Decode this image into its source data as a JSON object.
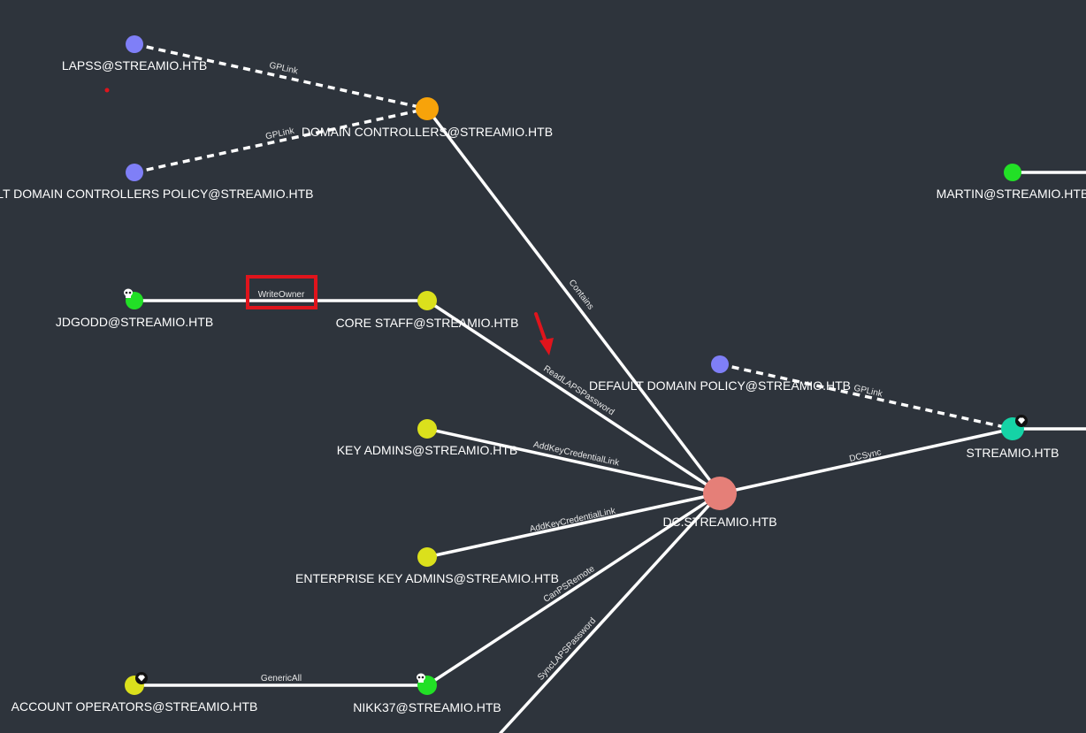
{
  "colors": {
    "background": "#2e343c",
    "gpo": "#7f7ff7",
    "ou": "#f7a30a",
    "group": "#dbe01c",
    "user": "#22e026",
    "computer": "#e57f78",
    "domain": "#15d3a6",
    "highlight": "#e0141c"
  },
  "nodes": {
    "lapss": {
      "label": "LAPSS@STREAMIO.HTB",
      "type": "gpo"
    },
    "dc_ou": {
      "label": "DOMAIN CONTROLLERS@STREAMIO.HTB",
      "type": "ou"
    },
    "dc_policy": {
      "label": "DEFAULT DOMAIN CONTROLLERS POLICY@STREAMIO.HTB",
      "type": "gpo"
    },
    "martin": {
      "label": "MARTIN@STREAMIO.HTB",
      "type": "user"
    },
    "jdgodd": {
      "label": "JDGODD@STREAMIO.HTB",
      "type": "user",
      "owned_icon": "skull-icon"
    },
    "core_staff": {
      "label": "CORE STAFF@STREAMIO.HTB",
      "type": "group"
    },
    "default_policy": {
      "label": "DEFAULT DOMAIN POLICY@STREAMIO.HTB",
      "type": "gpo"
    },
    "key_admins": {
      "label": "KEY ADMINS@STREAMIO.HTB",
      "type": "group"
    },
    "dc": {
      "label": "DC.STREAMIO.HTB",
      "type": "computer"
    },
    "streamio": {
      "label": "STREAMIO.HTB",
      "type": "domain",
      "badge_icon": "diamond-icon"
    },
    "ent_key_admins": {
      "label": "ENTERPRISE KEY ADMINS@STREAMIO.HTB",
      "type": "group"
    },
    "account_ops": {
      "label": "ACCOUNT OPERATORS@STREAMIO.HTB",
      "type": "group",
      "badge_icon": "diamond-icon"
    },
    "nikk37": {
      "label": "NIKK37@STREAMIO.HTB",
      "type": "user",
      "owned_icon": "skull-icon"
    }
  },
  "edges": [
    {
      "id": "lapss_gplink",
      "from": "lapss",
      "to": "dc_ou",
      "label": "GPLink",
      "dashed": true
    },
    {
      "id": "dcpolicy_gplink",
      "from": "dc_policy",
      "to": "dc_ou",
      "label": "GPLink",
      "dashed": true
    },
    {
      "id": "dcou_contains",
      "from": "dc_ou",
      "to": "dc",
      "label": "Contains",
      "dashed": false
    },
    {
      "id": "jdgodd_writeowner",
      "from": "jdgodd",
      "to": "core_staff",
      "label": "WriteOwner",
      "dashed": false,
      "highlighted": true
    },
    {
      "id": "corestaff_readlaps",
      "from": "core_staff",
      "to": "dc",
      "label": "ReadLAPSPassword",
      "dashed": false
    },
    {
      "id": "keyadmins_addkey",
      "from": "key_admins",
      "to": "dc",
      "label": "AddKeyCredentialLink",
      "dashed": false
    },
    {
      "id": "entkey_addkey",
      "from": "ent_key_admins",
      "to": "dc",
      "label": "AddKeyCredentialLink",
      "dashed": false
    },
    {
      "id": "nikk_psremote",
      "from": "nikk37",
      "to": "dc",
      "label": "CanPSRemote",
      "dashed": false
    },
    {
      "id": "sync_laps",
      "from": "offscreen",
      "to": "dc",
      "label": "SyncLAPSPassword",
      "dashed": false
    },
    {
      "id": "defpolicy_gplink",
      "from": "default_policy",
      "to": "streamio",
      "label": "GPLink",
      "dashed": true
    },
    {
      "id": "dc_dcsync",
      "from": "dc",
      "to": "streamio",
      "label": "DCSync",
      "dashed": false
    },
    {
      "id": "accops_genericall",
      "from": "account_ops",
      "to": "nikk37",
      "label": "GenericAll",
      "dashed": false
    },
    {
      "id": "martin_out",
      "from": "martin",
      "to": "offscreen",
      "label": "",
      "dashed": false
    },
    {
      "id": "streamio_out",
      "from": "streamio",
      "to": "offscreen",
      "label": "",
      "dashed": false
    }
  ],
  "annotations": {
    "highlight_box": "write-owner-highlight",
    "arrow": "red-arrow-icon"
  }
}
